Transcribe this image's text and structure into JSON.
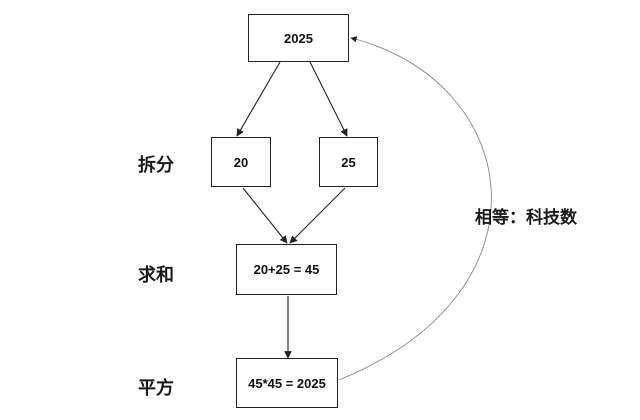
{
  "nodes": {
    "top": "2025",
    "left_part": "20",
    "right_part": "25",
    "sum": "20+25 = 45",
    "square": "45*45 = 2025"
  },
  "labels": {
    "split": "拆分",
    "sum": "求和",
    "square": "平方"
  },
  "note": "相等：科技数"
}
